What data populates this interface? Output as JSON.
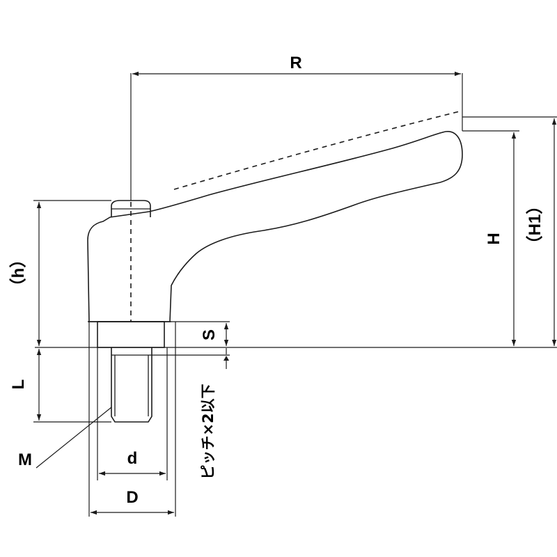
{
  "labels": {
    "R": "R",
    "H": "H",
    "H1": "（H1）",
    "h": "（h）",
    "S": "S",
    "L": "L",
    "M": "M",
    "d": "d",
    "D": "D",
    "thread_note": "ピッチ×2以下"
  }
}
